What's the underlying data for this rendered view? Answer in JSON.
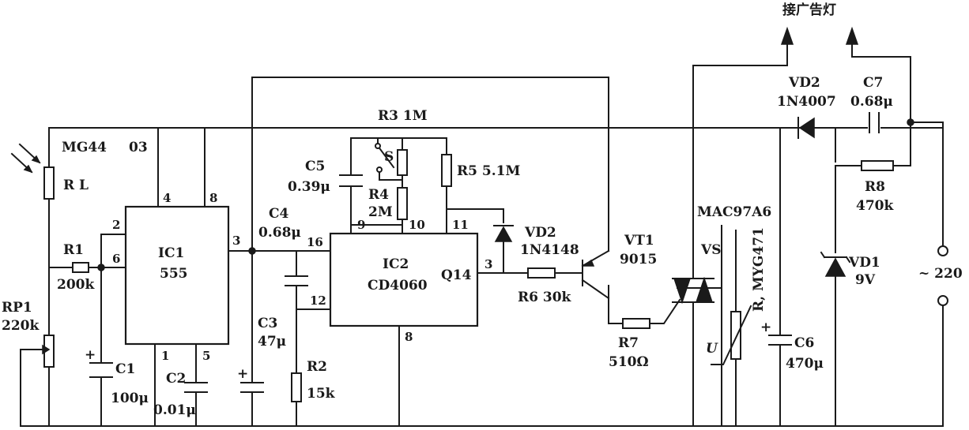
{
  "labels": {
    "ad_lamp": "接广告灯",
    "r3": "R3  1M",
    "mg44": "MG44",
    "code03": "03",
    "rl": "R L",
    "r1": "R1",
    "r1_val": "200k",
    "rp1": "RP1",
    "rp1_val": "220k",
    "c1": "C1",
    "c1_val": "100μ",
    "c2": "C2",
    "c2_val": "0.01μ",
    "c3": "C3",
    "c3_val": "47μ",
    "c4": "C4",
    "c4_val": "0.68μ",
    "c5": "C5",
    "c5_val": "0.39μ",
    "s": "S",
    "r4": "R4",
    "r4_val": "2M",
    "r5": "R5  5.1M",
    "r2": "R2",
    "r2_val": "15k",
    "vd2_mid": "VD2",
    "vd2_mid_val": "1N4148",
    "vt1": "VT1",
    "vt1_val": "9015",
    "r6": "R6  30k",
    "r7": "R7",
    "r7_val": "510Ω",
    "vs_part": "MAC97A6",
    "vs": "VS",
    "varistor": "R, MYG471",
    "u": "U",
    "c6": "C6",
    "c6_val": "470μ",
    "vd2_right": "VD2",
    "vd2_right_val": "1N4007",
    "c7": "C7",
    "c7_val": "0.68μ",
    "r8": "R8",
    "r8_val": "470k",
    "vd1": "VD1",
    "vd1_val": "9V",
    "ac": "~ 220"
  },
  "ic1": {
    "name": "IC1",
    "type": "555",
    "pins": [
      "4",
      "8",
      "2",
      "6",
      "3",
      "1",
      "5"
    ]
  },
  "ic2": {
    "name": "IC2",
    "type": "CD4060",
    "pins": [
      "16",
      "9",
      "10",
      "11",
      "12",
      "8",
      "3",
      "Q14"
    ]
  }
}
